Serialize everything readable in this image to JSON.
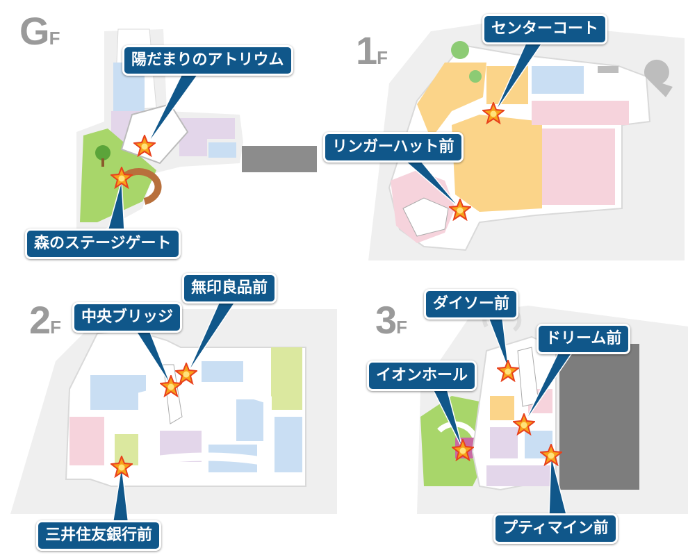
{
  "floors": [
    {
      "id": "gf",
      "label_main": "G",
      "label_sub": "F"
    },
    {
      "id": "1f",
      "label_main": "1",
      "label_sub": "F"
    },
    {
      "id": "2f",
      "label_main": "2",
      "label_sub": "F"
    },
    {
      "id": "3f",
      "label_main": "3",
      "label_sub": "F"
    }
  ],
  "spots": {
    "gf_atrium": "陽だまりのアトリウム",
    "gf_stage": "森のステージゲート",
    "f1_center": "センターコート",
    "f1_ringer": "リンガーハット前",
    "f2_muji": "無印良品前",
    "f2_bridge": "中央ブリッジ",
    "f2_smbc": "三井住友銀行前",
    "f3_daiso": "ダイソー前",
    "f3_dream": "ドリーム前",
    "f3_aeonhall": "イオンホール",
    "f3_petit": "プティマイン前"
  },
  "colors": {
    "callout_bg": "#10578a",
    "star_fill": "#f7a21b",
    "star_inner": "#ffe37a",
    "star_stroke": "#e8401c",
    "pink": "#f6d3dc",
    "blue": "#c9def3",
    "lilac": "#e3d6ea",
    "orange": "#fbd489",
    "green": "#dbe89f",
    "grass": "#a8d66a",
    "dark": "#7d7d7d",
    "bg": "#eeeeee"
  }
}
